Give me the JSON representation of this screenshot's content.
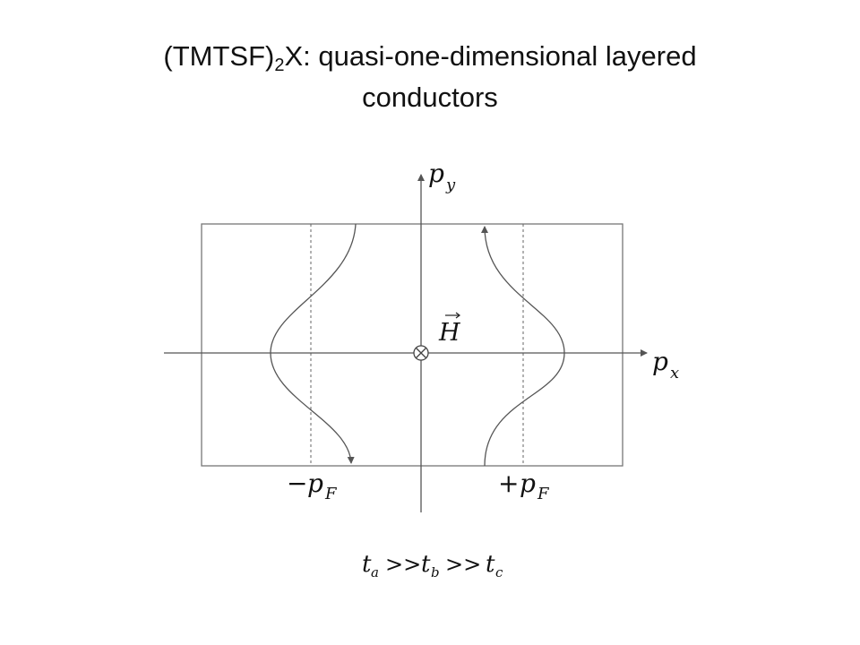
{
  "title": {
    "pre": "(TMTSF)",
    "sub": "2",
    "rest": "X: quasi-one-dimensional layered",
    "line2": "conductors"
  },
  "diagram": {
    "axis_x_label": "p",
    "axis_x_sub": "x",
    "axis_y_label": "p",
    "axis_y_sub": "y",
    "field_label": "H",
    "neg_pf_sign": "−",
    "pos_pf_sign": "+",
    "pf_label": "p",
    "pf_sub": "F",
    "line_color": "#555555",
    "dash_color": "#666666"
  },
  "formula": {
    "t": "t",
    "sub_a": "a",
    "sub_b": "b",
    "sub_c": "c",
    "gt": ">>"
  }
}
